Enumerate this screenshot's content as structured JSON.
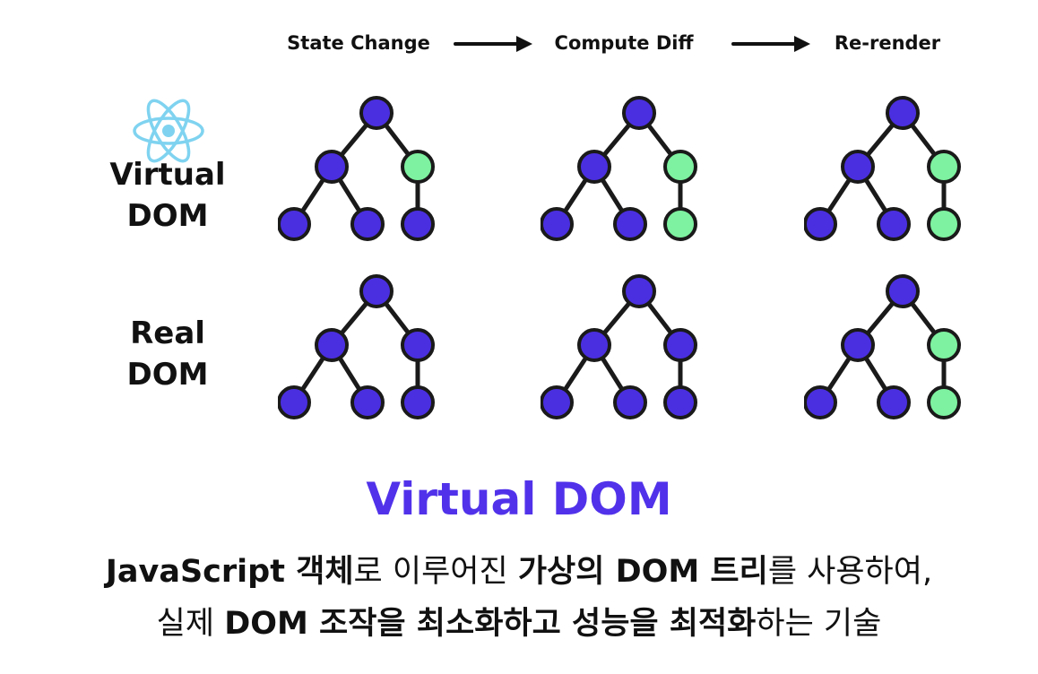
{
  "stages": [
    "State Change",
    "Compute Diff",
    "Re-render"
  ],
  "rows": [
    {
      "label_line1": "Virtual",
      "label_line2": "DOM"
    },
    {
      "label_line1": "Real",
      "label_line2": "DOM"
    }
  ],
  "title": "Virtual DOM",
  "description": {
    "line1": [
      {
        "text": "JavaScript 객체",
        "bold": true
      },
      {
        "text": "로 이루어진 ",
        "bold": false
      },
      {
        "text": "가상의 DOM 트리",
        "bold": true
      },
      {
        "text": "를 사용하여,",
        "bold": false
      }
    ],
    "line2": [
      {
        "text": "실제 ",
        "bold": false
      },
      {
        "text": "DOM 조작을 최소화하고 성능을 최적화",
        "bold": true
      },
      {
        "text": "하는 기술",
        "bold": false
      }
    ]
  },
  "tree_states": [
    [
      [
        "blue",
        "blue",
        "green",
        "blue",
        "blue",
        "blue"
      ],
      [
        "blue",
        "blue",
        "green",
        "blue",
        "blue",
        "green"
      ],
      [
        "blue",
        "blue",
        "green",
        "blue",
        "blue",
        "green"
      ]
    ],
    [
      [
        "blue",
        "blue",
        "blue",
        "blue",
        "blue",
        "blue"
      ],
      [
        "blue",
        "blue",
        "blue",
        "blue",
        "blue",
        "blue"
      ],
      [
        "blue",
        "blue",
        "green",
        "blue",
        "blue",
        "green"
      ]
    ]
  ],
  "colors": {
    "node_blue": "#4a2fe0",
    "node_green": "#7ef2a0",
    "edge": "#1a1a1a",
    "title": "#5132ea",
    "react": "#7fd3f0"
  }
}
